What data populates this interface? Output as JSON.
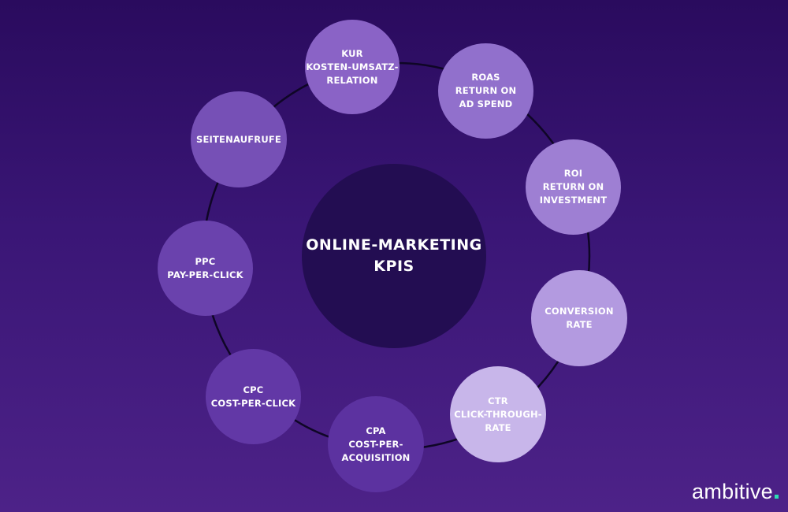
{
  "center": {
    "title_line1": "ONLINE-MARKETING",
    "title_line2": "KPIS"
  },
  "nodes": [
    {
      "id": "kur",
      "lines": [
        "KUR",
        "KOSTEN-UMSATZ-",
        "RELATION"
      ],
      "color": "#8a63c6"
    },
    {
      "id": "roas",
      "lines": [
        "ROAS",
        "RETURN ON",
        "AD SPEND"
      ],
      "color": "#9170cc"
    },
    {
      "id": "roi",
      "lines": [
        "ROI",
        "RETURN ON",
        "INVESTMENT"
      ],
      "color": "#9e7fd3"
    },
    {
      "id": "conversion",
      "lines": [
        "CONVERSION",
        "RATE"
      ],
      "color": "#b39ae0"
    },
    {
      "id": "ctr",
      "lines": [
        "CTR",
        "CLICK-THROUGH-",
        "RATE"
      ],
      "color": "#c8b6ea"
    },
    {
      "id": "cpa",
      "lines": [
        "CPA",
        "COST-PER-",
        "ACQUISITION"
      ],
      "color": "#5c32a0"
    },
    {
      "id": "cpc",
      "lines": [
        "CPC",
        "COST-PER-CLICK"
      ],
      "color": "#6238a6"
    },
    {
      "id": "ppc",
      "lines": [
        "PPC",
        "PAY-PER-CLICK"
      ],
      "color": "#6a42ad"
    },
    {
      "id": "seitenaufrufe",
      "lines": [
        "SEITENAUFRUFE"
      ],
      "color": "#7650b6"
    }
  ],
  "colors": {
    "orbit": "#0f0626",
    "center": "#230d52",
    "logo_dot": "#2ee0b4"
  },
  "logo": {
    "text": "ambitive"
  }
}
